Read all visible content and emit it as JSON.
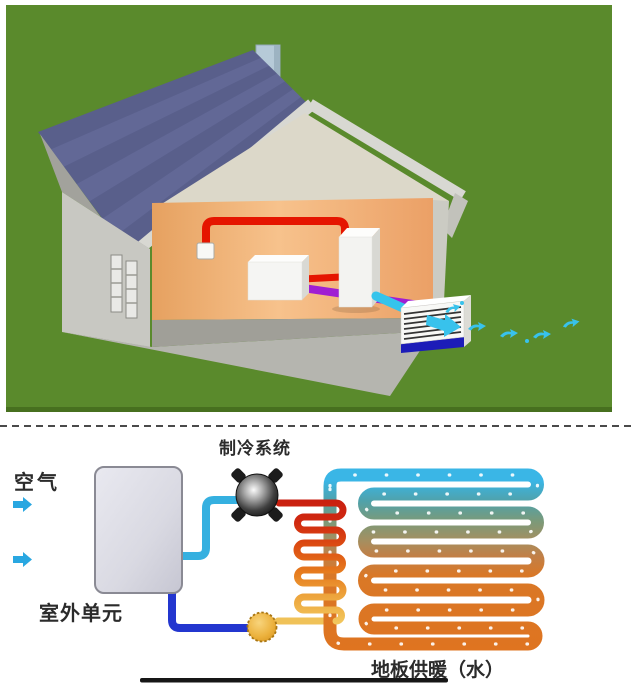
{
  "scene": {
    "title": "heat-pump-floor-heating-infographic",
    "labels": {
      "air": "空气",
      "cooling_system": "制冷系统",
      "outdoor_unit": "室外单元",
      "floor_heating": "地板供暖（水）"
    },
    "icons": {
      "air_arrow": "right-block-arrow",
      "compressor": "dark-sphere-compressor",
      "pump": "golden-circle-pump",
      "air_swirl": "cyan-wind-gust"
    },
    "colors": {
      "grass": "#5a8a2c",
      "roof": "#626896",
      "fascia": "#d8d8d2",
      "interior_wall": "#f2b67e",
      "hot_pipe_red": "#e51500",
      "purple_pipe": "#a01ed2",
      "cyan_pipe": "#35b0e0",
      "blue_return_pipe": "#2336cf",
      "refrigerant_hot": "#c81e10",
      "refrigerant_cooled": "#f2c85e",
      "floor_loop_cool": "#3ab6e6",
      "floor_loop_hot": "#df7420",
      "pump_body": "#eab040",
      "air_arrow_blue": "#29a7e1",
      "outdoor_unit_base": "#1c1cb8"
    }
  }
}
